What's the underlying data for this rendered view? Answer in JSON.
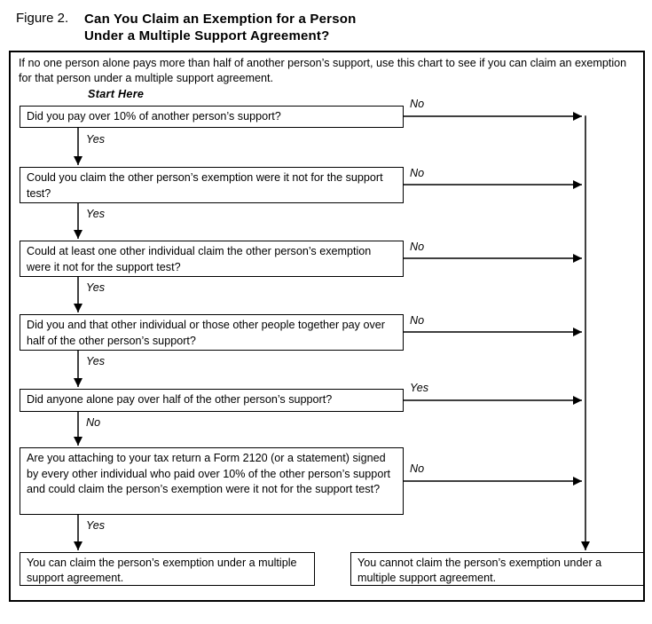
{
  "figure": {
    "label": "Figure 2.",
    "title_line1": "Can You Claim an Exemption for a Person",
    "title_line2": "Under a Multiple Support Agreement?"
  },
  "intro": "If no one person alone pays more than half of another person’s support, use this chart to see if you can claim an exemption for that person under a multiple support agreement.",
  "start_here_label": "Start Here",
  "chart_data": {
    "type": "flowchart",
    "nodes": [
      {
        "id": "q1",
        "text": "Did you pay over 10% of another person’s support?",
        "right_label": "No",
        "down_label": "Yes",
        "right_target": "outcome_no",
        "down_target": "q2"
      },
      {
        "id": "q2",
        "text": "Could you claim the other person’s exemption were it not for the support test?",
        "right_label": "No",
        "down_label": "Yes",
        "right_target": "outcome_no",
        "down_target": "q3"
      },
      {
        "id": "q3",
        "text": "Could at least one other individual claim the other person’s exemption were it not for the support test?",
        "right_label": "No",
        "down_label": "Yes",
        "right_target": "outcome_no",
        "down_target": "q4"
      },
      {
        "id": "q4",
        "text": "Did you and that other individual or those other people together pay over half of the other person’s support?",
        "right_label": "No",
        "down_label": "Yes",
        "right_target": "outcome_no",
        "down_target": "q5"
      },
      {
        "id": "q5",
        "text": "Did anyone alone pay over half of the other person’s support?",
        "right_label": "Yes",
        "down_label": "No",
        "right_target": "outcome_no",
        "down_target": "q6"
      },
      {
        "id": "q6",
        "text": "Are you attaching to your tax return a Form 2120 (or a statement) signed by every other individual who paid over 10% of the other person’s support and could claim the person’s exemption were it not for the support test?",
        "right_label": "No",
        "down_label": "Yes",
        "right_target": "outcome_no",
        "down_target": "outcome_yes"
      }
    ],
    "outcomes": {
      "yes": "You can claim the person’s exemption under a multiple support agreement.",
      "no": "You cannot claim the person’s exemption under a multiple support agreement."
    }
  }
}
